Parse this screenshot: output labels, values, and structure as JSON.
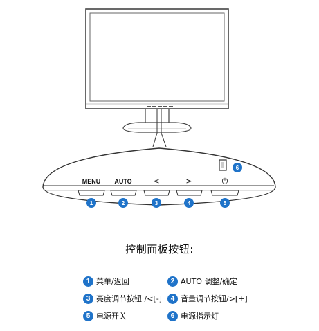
{
  "buttons": [
    {
      "number": "1",
      "label": "MENU"
    },
    {
      "number": "2",
      "label": "AUTO"
    },
    {
      "number": "3",
      "label": "<"
    },
    {
      "number": "4",
      "label": ">"
    },
    {
      "number": "5",
      "label": "⏻"
    },
    {
      "number": "6",
      "label": ""
    }
  ],
  "panel_title": "控制面板按钮:",
  "legend": [
    {
      "number": "1",
      "text": "菜单/返回"
    },
    {
      "number": "2",
      "text": "AUTO 调整/确定"
    },
    {
      "number": "3",
      "text": "亮度调节按钮 /<[-]"
    },
    {
      "number": "4",
      "text": "音量调节按钮/>[+]"
    },
    {
      "number": "5",
      "text": "电源开关"
    },
    {
      "number": "6",
      "text": "电源指示灯"
    }
  ],
  "colors": {
    "badge": "#1f73c9",
    "line": "#333333"
  }
}
